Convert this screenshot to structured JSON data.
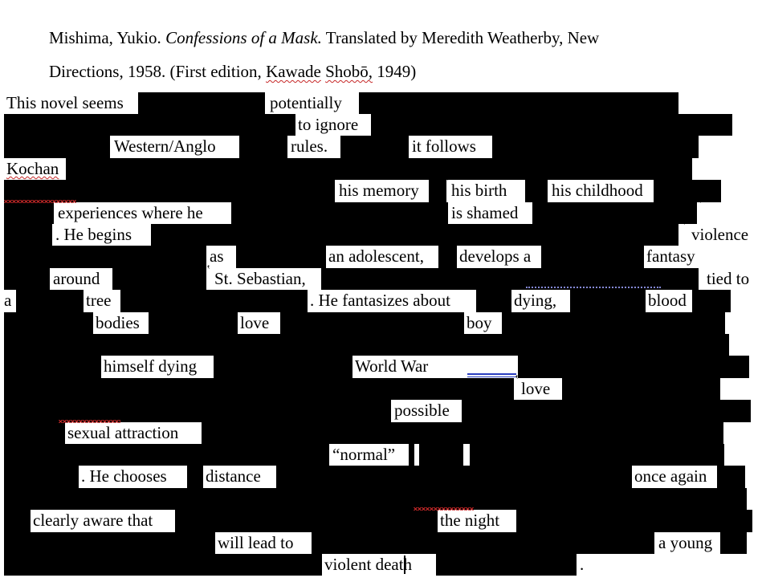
{
  "colors": {
    "redaction_bar": "#000000",
    "spellcheck_red": "#c62828",
    "grammar_blue": "#2b3fc0",
    "dotted_purple": "#8589d6"
  },
  "citation": {
    "line1_prefix": "Mishima, Yukio. ",
    "title_italic": "Confessions of a Mask.",
    "line1_suffix": " Translated by Meredith Weatherby, New",
    "line2_prefix": "Directions, 1958. (First edition, ",
    "word_kawade": "Kawade",
    "line2_mid": " ",
    "word_shobo": "Shobō,",
    "line2_suffix": " 1949)"
  },
  "marks": {
    "tick_char": "‛"
  },
  "poem": {
    "lines": [
      {
        "words": [
          "This novel seems",
          "potentially"
        ]
      },
      {
        "words": [
          "to ignore"
        ]
      },
      {
        "words": [
          "Western/Anglo",
          "rules.",
          "it follows"
        ]
      },
      {
        "words": [
          "Kochan"
        ]
      },
      {
        "words": [
          "his memory",
          "his birth",
          "his childhood"
        ]
      },
      {
        "words": [
          "experiences where he",
          "is shamed"
        ]
      },
      {
        "words": [
          ". He begins",
          "violence"
        ]
      },
      {
        "words": [
          "as",
          "an adolescent,",
          "develops a",
          "fantasy"
        ]
      },
      {
        "words": [
          "around",
          "St. Sebastian,",
          "tied to"
        ]
      },
      {
        "words": [
          "a",
          "tree",
          ". He fantasizes about",
          "dying,",
          "blood"
        ]
      },
      {
        "words": [
          "bodies",
          "love",
          "boy"
        ]
      },
      {
        "words": []
      },
      {
        "words": [
          "himself dying",
          "World War"
        ]
      },
      {
        "words": [
          "love"
        ]
      },
      {
        "words": [
          "possible"
        ]
      },
      {
        "words": [
          "sexual attraction"
        ]
      },
      {
        "words": [
          "“normal”"
        ]
      },
      {
        "words": [
          ". He chooses",
          "distance",
          "once again"
        ]
      },
      {
        "words": []
      },
      {
        "words": [
          "clearly aware that",
          "the night"
        ]
      },
      {
        "words": [
          "will lead to",
          "a young"
        ]
      },
      {
        "words": [
          "violent death",
          "."
        ]
      }
    ]
  }
}
